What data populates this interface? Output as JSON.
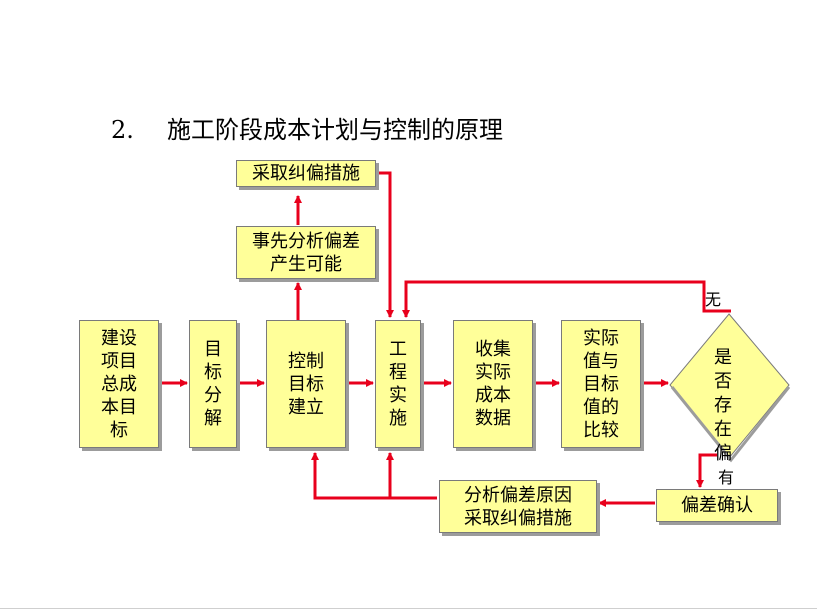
{
  "title": {
    "number": "2.",
    "text": "施工阶段成本计划与控制的原理"
  },
  "boxes": {
    "top_action": "采取纠偏措施",
    "pre_analysis": "事先分析偏差\n产生可能",
    "project_target": "建设\n项目\n总成\n本目\n标",
    "decompose": "目\n标\n分\n解",
    "control_target": "控制\n目标\n建立",
    "implementation": "工\n程\n实\n施",
    "collect_data": "收集\n实际\n成本\n数据",
    "compare": "实际\n值与\n目标\n值的\n比较",
    "decision": "是\n否\n存\n在\n偏",
    "confirm": "偏差确认",
    "analyze_cause": "分析偏差原因\n采取纠偏措施"
  },
  "labels": {
    "no": "无",
    "yes": "有"
  },
  "colors": {
    "box_fill": "#ffff99",
    "arrow": "#e8001c"
  }
}
